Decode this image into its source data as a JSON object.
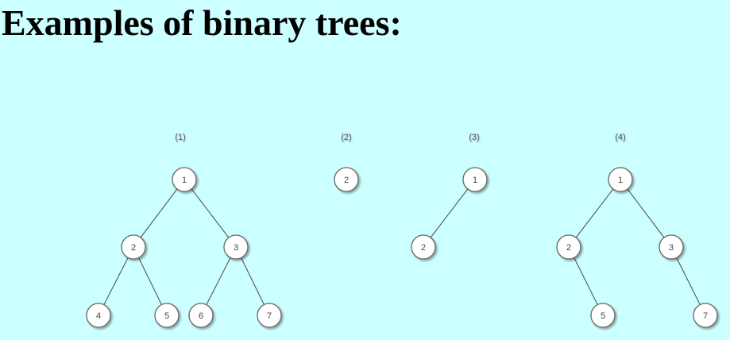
{
  "heading": "Examples of binary trees:",
  "trees": [
    {
      "caption": "(1)",
      "nodes": [
        "1",
        "2",
        "3",
        "4",
        "5",
        "6",
        "7"
      ]
    },
    {
      "caption": "(2)",
      "nodes": [
        "2"
      ]
    },
    {
      "caption": "(3)",
      "nodes": [
        "1",
        "2"
      ]
    },
    {
      "caption": "(4)",
      "nodes": [
        "1",
        "2",
        "3",
        "5",
        "7"
      ]
    }
  ]
}
